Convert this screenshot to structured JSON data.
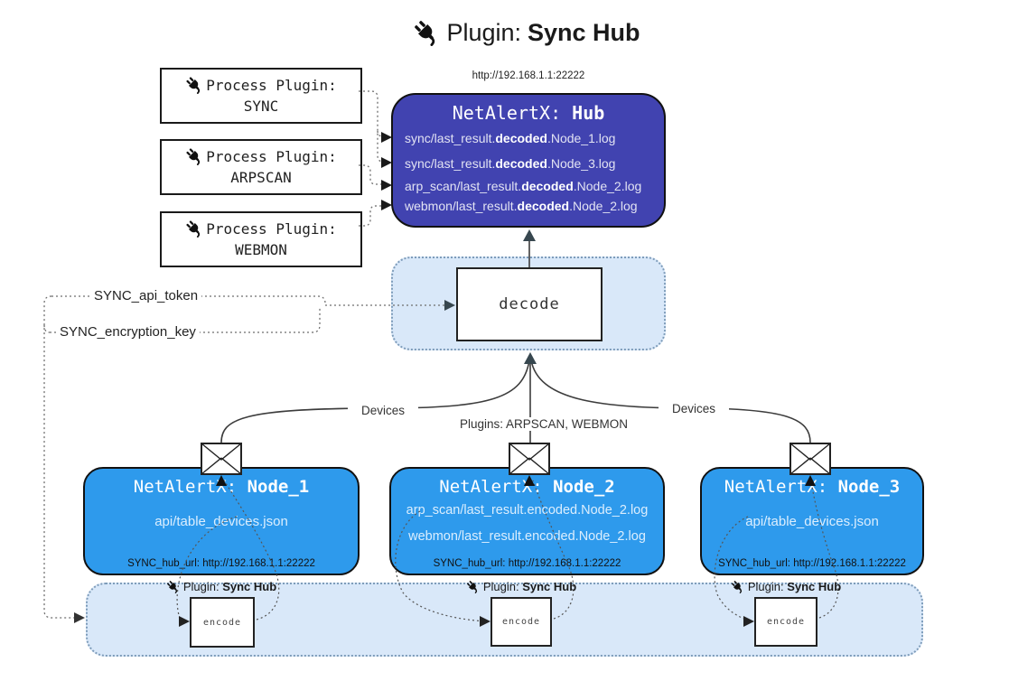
{
  "title": {
    "prefix": "Plugin: ",
    "name": "Sync Hub"
  },
  "process_plugins": [
    {
      "line1": "Process Plugin:",
      "name": "SYNC"
    },
    {
      "line1": "Process Plugin:",
      "name": "ARPSCAN"
    },
    {
      "line1": "Process Plugin:",
      "name": "WEBMON"
    }
  ],
  "hub": {
    "url": "http://192.168.1.1:22222",
    "title_prefix": "NetAlertX: ",
    "title_name": "Hub",
    "files": [
      {
        "pre": "sync/last_result.",
        "bold": "decoded",
        "post": ".Node_1.log"
      },
      {
        "pre": "sync/last_result.",
        "bold": "decoded",
        "post": ".Node_3.log"
      },
      {
        "pre": "arp_scan/last_result.",
        "bold": "decoded",
        "post": ".Node_2.log"
      },
      {
        "pre": "webmon/last_result.",
        "bold": "decoded",
        "post": ".Node_2.log"
      }
    ]
  },
  "decode": {
    "label": "decode"
  },
  "encode": {
    "label": "encode"
  },
  "config": {
    "api_token": "SYNC_api_token",
    "encryption_key": "SYNC_encryption_key"
  },
  "edges": {
    "devices_left": "Devices",
    "plugins_mid": "Plugins: ARPSCAN, WEBMON",
    "devices_right": "Devices"
  },
  "nodes": [
    {
      "title_prefix": "NetAlertX: ",
      "title_name": "Node_1",
      "files": [
        "api/table_devices.json"
      ],
      "hub_url": "SYNC_hub_url: http://192.168.1.1:22222"
    },
    {
      "title_prefix": "NetAlertX: ",
      "title_name": "Node_2",
      "files": [
        "arp_scan/last_result.encoded.Node_2.log",
        "webmon/last_result.encoded.Node_2.log"
      ],
      "hub_url": "SYNC_hub_url: http://192.168.1.1:22222"
    },
    {
      "title_prefix": "NetAlertX: ",
      "title_name": "Node_3",
      "files": [
        "api/table_devices.json"
      ],
      "hub_url": "SYNC_hub_url: http://192.168.1.1:22222"
    }
  ],
  "sync_hub_plugin_label": {
    "prefix": "Plugin: ",
    "name": "Sync Hub"
  },
  "colors": {
    "hub_fill": "#4143b0",
    "node_fill": "#2e9aec",
    "panel_fill": "#d9e8f9",
    "panel_border": "#7e9cba",
    "arrow_accent": "#37474f",
    "line_gray": "#6e6e6e"
  }
}
